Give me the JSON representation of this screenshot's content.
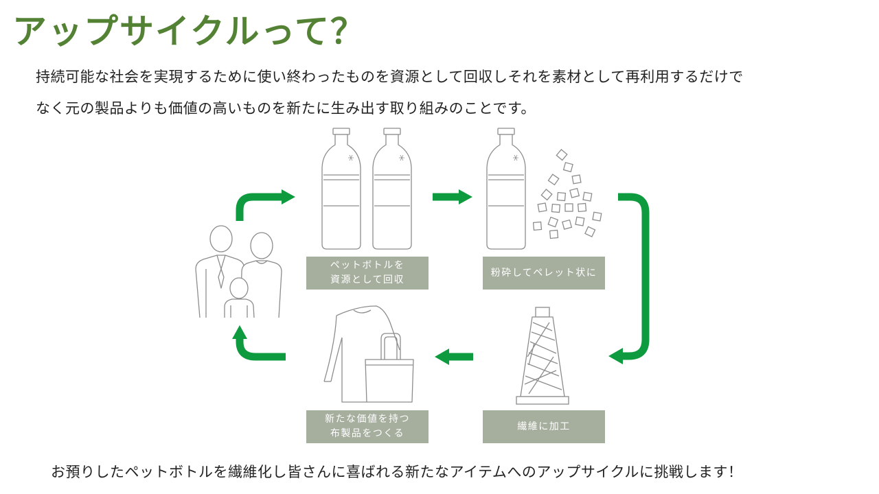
{
  "title": "アップサイクルって？",
  "intro": {
    "line1": "持続可能な社会を実現するために使い終わったものを資源として回収しそれを素材として再利用するだけで",
    "line2": "なく元の製品よりも価値の高いものを新たに生み出す取り組みのことです。"
  },
  "steps": [
    {
      "line1": "ペットボトルを",
      "line2": "資源として回収"
    },
    {
      "line1": "粉砕してペレット状に"
    },
    {
      "line1": "繊維に加工"
    },
    {
      "line1": "新たな価値を持つ",
      "line2": "布製品をつくる"
    }
  ],
  "footer": "お預りしたペットボトルを繊維化し皆さんに喜ばれる新たなアイテムへのアップサイクルに挑戦します！",
  "colors": {
    "title": "#548235",
    "arrow": "#0e9a3e",
    "label_bg": "#a6ae9e",
    "line_art": "#8c8c8c"
  },
  "icons": [
    "family-icon",
    "bottle-icon",
    "pellets-icon",
    "thread-spool-icon",
    "shirt-icon",
    "tote-bag-icon"
  ]
}
